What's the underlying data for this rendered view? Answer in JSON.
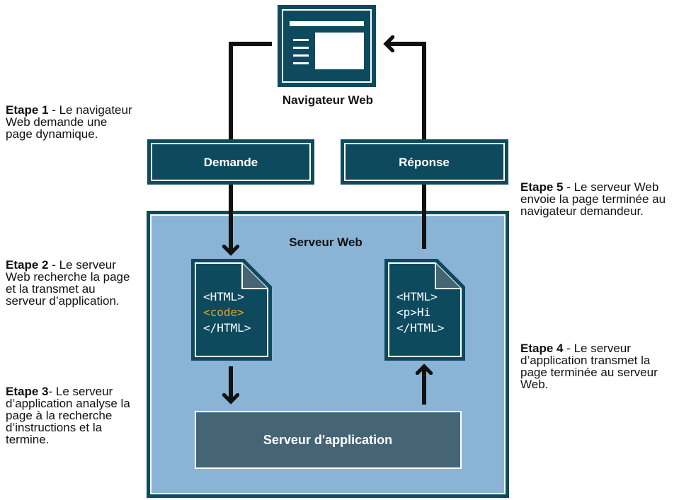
{
  "browser": {
    "label": "Navigateur Web"
  },
  "request": {
    "label": "Demande"
  },
  "response": {
    "label": "Réponse"
  },
  "web_server": {
    "label": "Serveur Web"
  },
  "app_server": {
    "label": "Serveur d'application"
  },
  "doc_left": {
    "line1": "<HTML>",
    "line2": "<code>",
    "line3": "</HTML>"
  },
  "doc_right": {
    "line1": "<HTML>",
    "line2": "<p>Hi",
    "line3": "</HTML>"
  },
  "steps": {
    "step1": {
      "title": "Etape 1",
      "text": " - Le navigateur Web demande une page dynamique."
    },
    "step2": {
      "title": "Etape 2",
      "text": " - Le serveur Web recherche la page et la transmet au serveur d’application."
    },
    "step3": {
      "title": "Etape 3",
      "text": "- Le serveur d’application analyse la page à la recherche d’instructions et la termine."
    },
    "step4": {
      "title": "Etape 4",
      "text": " - Le serveur d’application transmet la page terminée au serveur Web."
    },
    "step5": {
      "title": "Etape 5",
      "text": " - Le serveur Web envoie la page terminée au navigateur demandeur."
    }
  },
  "colors": {
    "dark_teal": "#0d4a5e",
    "light_blue": "#8ab4d6",
    "slate": "#466574",
    "highlight": "#e8a623",
    "arrow": "#111111"
  }
}
